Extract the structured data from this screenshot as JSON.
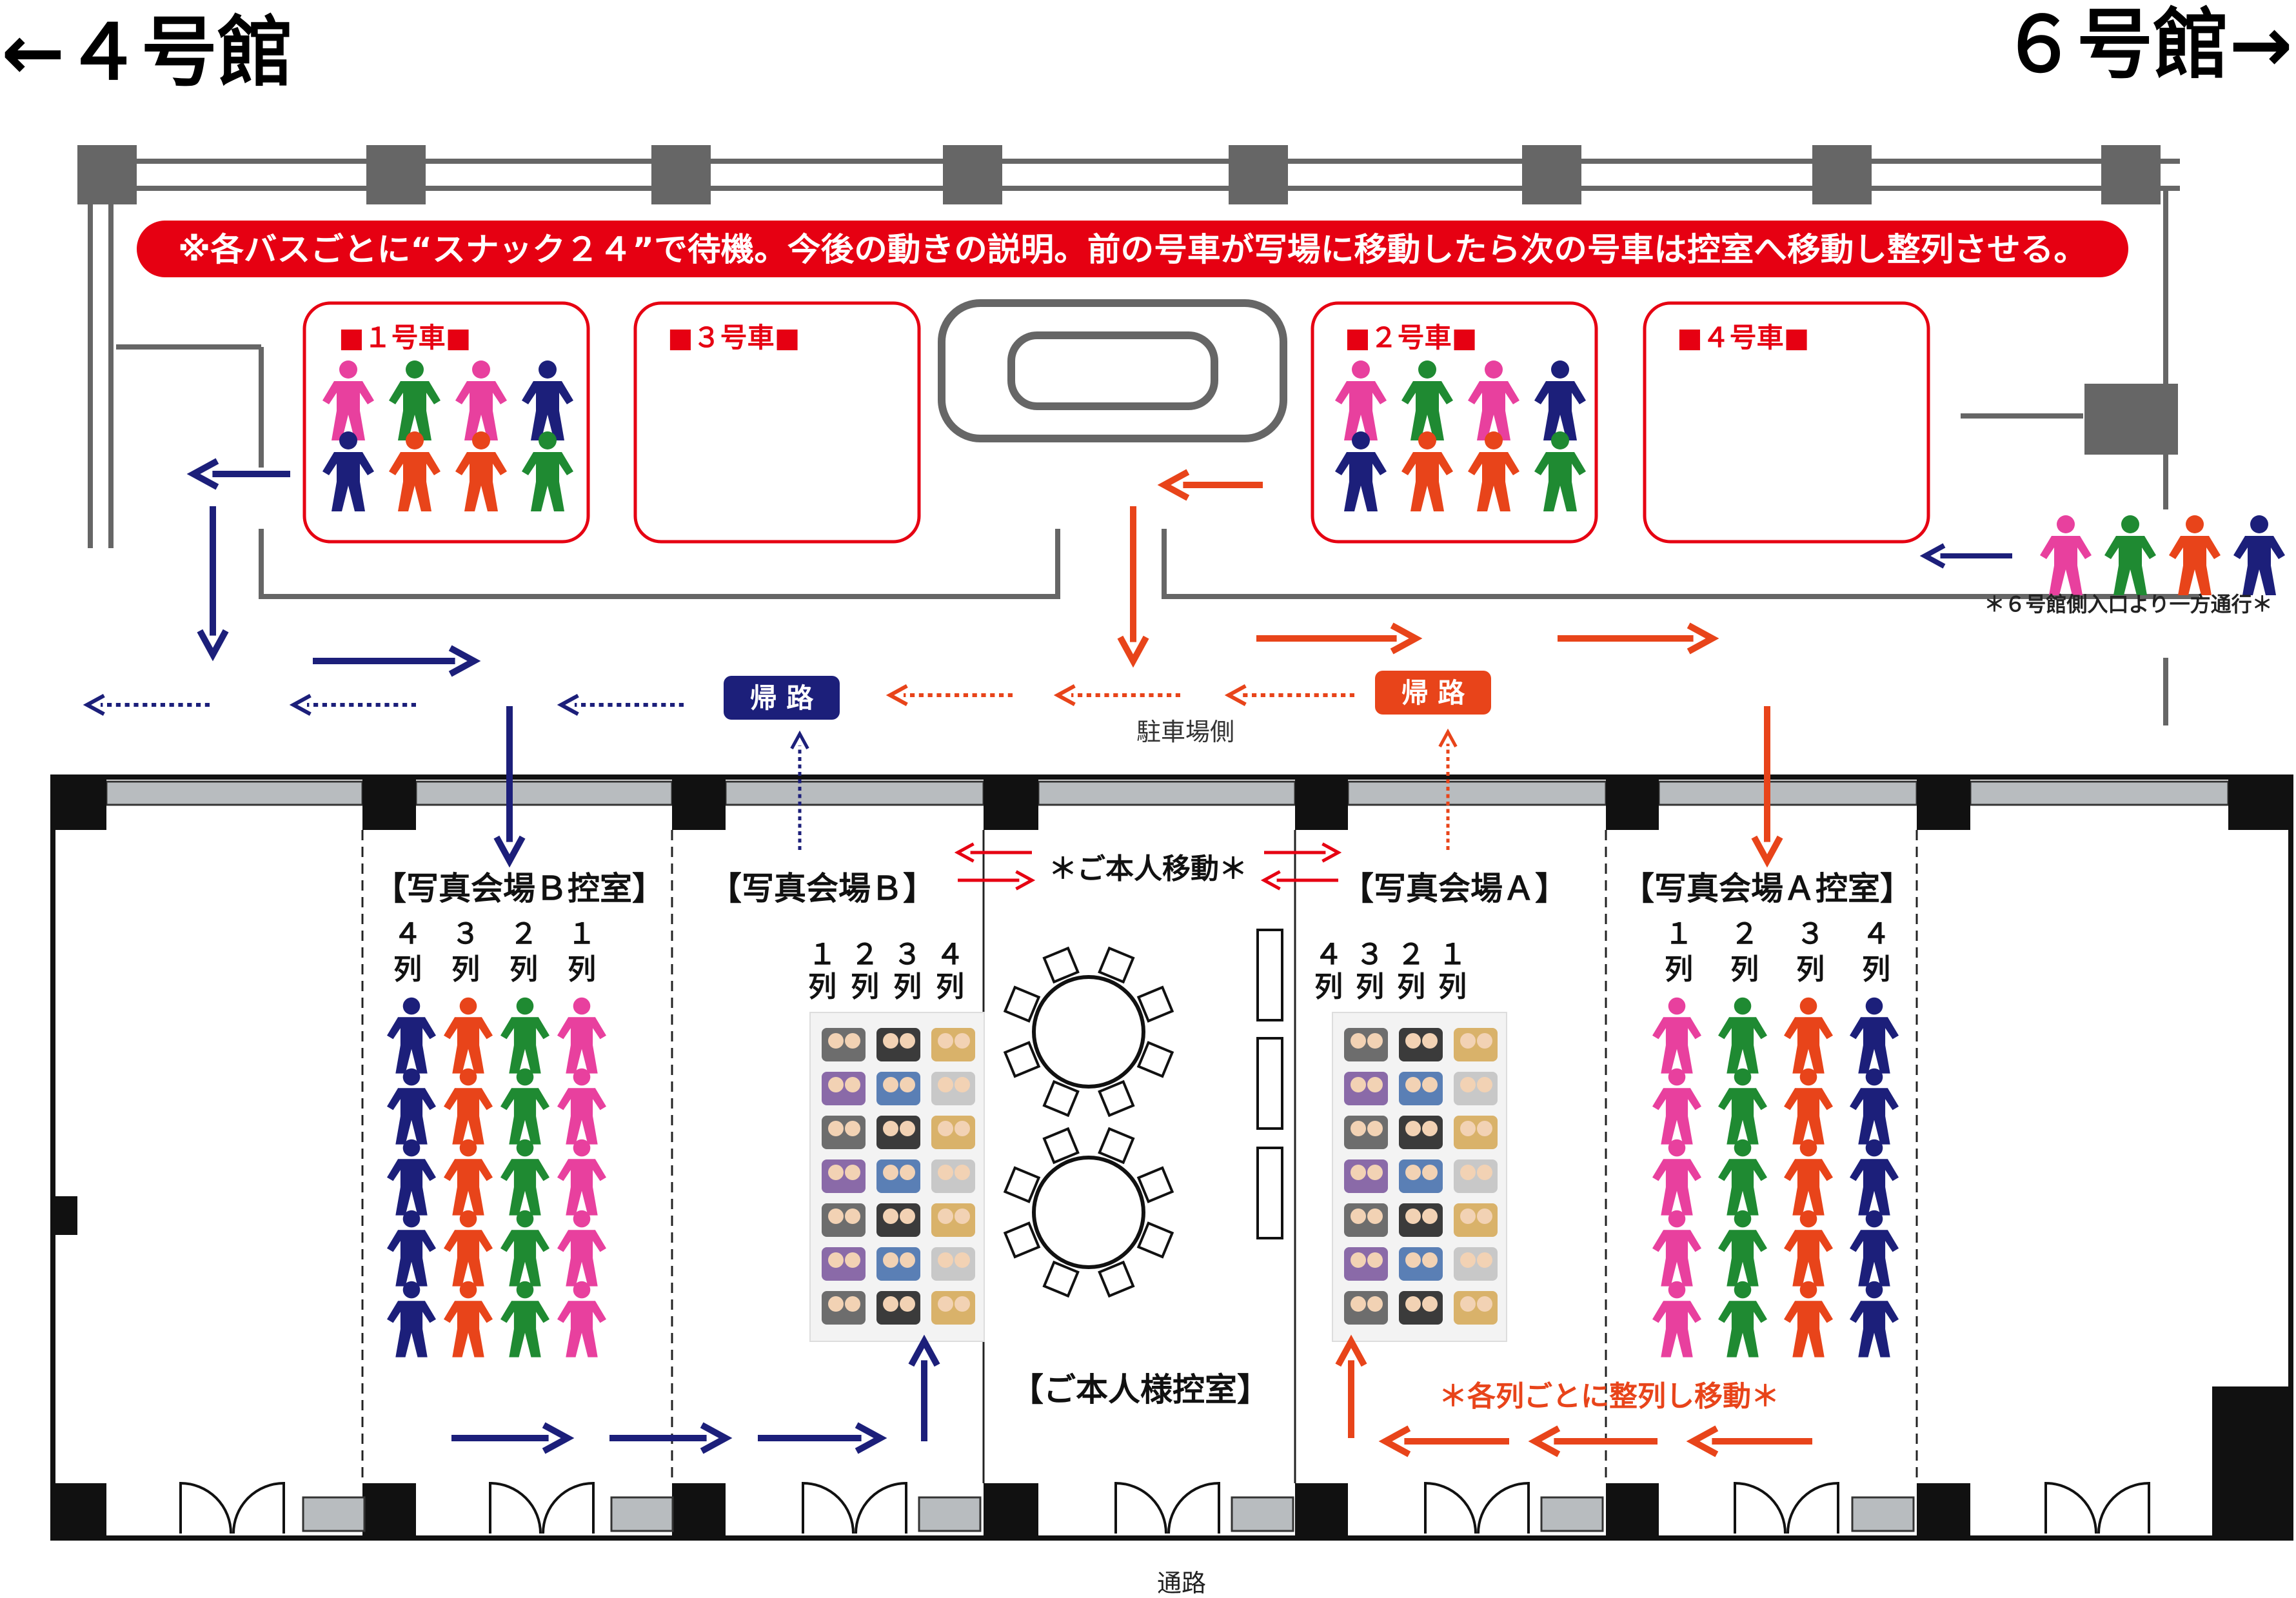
{
  "buildings": {
    "left": "←４号館",
    "right": "６号館→"
  },
  "banner": "※各バスごとに“スナック２４”で待機。今後の動きの説明。前の号車が写場に移動したら次の号車は控室へ移動し整列させる。",
  "buses": [
    {
      "label": "■１号車■",
      "occupied": true
    },
    {
      "label": "■３号車■",
      "occupied": false
    },
    {
      "label": "■２号車■",
      "occupied": true
    },
    {
      "label": "■４号車■",
      "occupied": false
    }
  ],
  "entrance_note": "＊６号館側入口より一方通行＊",
  "return_paths": [
    {
      "label": "帰 路",
      "color": "#1c1f7a"
    },
    {
      "label": "帰 路",
      "color": "#e8441a"
    }
  ],
  "parking_side": "駐車場側",
  "rooms": {
    "waiting_b": "【写真会場Ｂ控室】",
    "photo_b": "【写真会場Ｂ】",
    "photo_a": "【写真会場Ａ】",
    "waiting_a": "【写真会場Ａ控室】",
    "vip_room": "【ご本人様控室】"
  },
  "vip_move": "＊ご本人移動＊",
  "row_move": "＊各列ごとに整列し移動＊",
  "corridor": "通路",
  "column_labels": {
    "waiting_b": [
      {
        "n": "４",
        "u": "列"
      },
      {
        "n": "３",
        "u": "列"
      },
      {
        "n": "２",
        "u": "列"
      },
      {
        "n": "１",
        "u": "列"
      }
    ],
    "photo_b": [
      {
        "n": "１",
        "u": "列"
      },
      {
        "n": "２",
        "u": "列"
      },
      {
        "n": "３",
        "u": "列"
      },
      {
        "n": "４",
        "u": "列"
      }
    ],
    "photo_a": [
      {
        "n": "４",
        "u": "列"
      },
      {
        "n": "３",
        "u": "列"
      },
      {
        "n": "２",
        "u": "列"
      },
      {
        "n": "１",
        "u": "列"
      }
    ],
    "waiting_a": [
      {
        "n": "１",
        "u": "列"
      },
      {
        "n": "２",
        "u": "列"
      },
      {
        "n": "３",
        "u": "列"
      },
      {
        "n": "４",
        "u": "列"
      }
    ]
  },
  "colors": {
    "pink": "#e8409e",
    "green": "#1f8a32",
    "orange": "#e8441a",
    "navy": "#1c1f7a",
    "red": "#e60012",
    "wall": "#666666"
  },
  "icons": {
    "person": "person-icon",
    "round_table": "round-table-icon",
    "door": "double-door-icon",
    "group_photo": "group-photo-icon"
  }
}
